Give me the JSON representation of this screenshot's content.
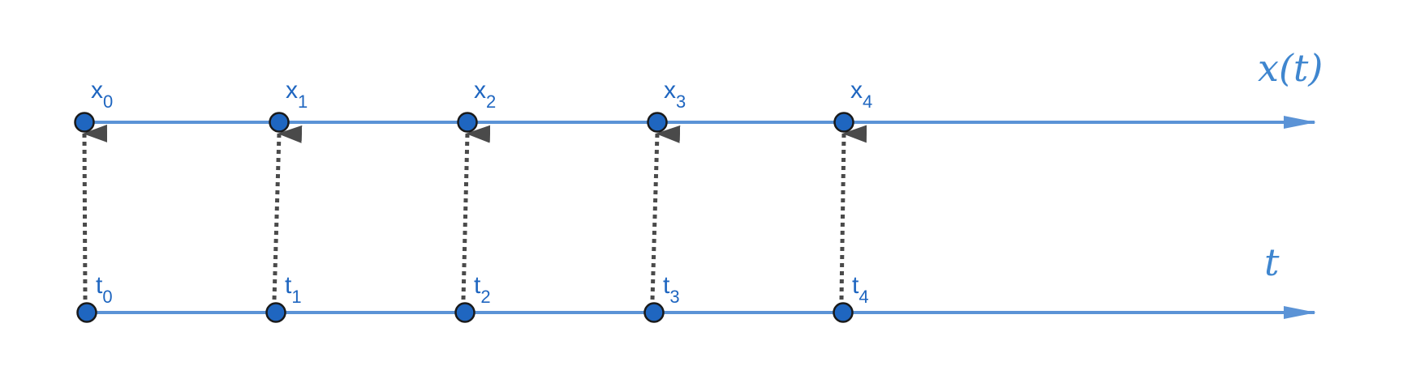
{
  "axes": {
    "top": {
      "label": "x(t)",
      "marker_prefix": "x"
    },
    "bottom": {
      "label": "t",
      "marker_prefix": "t"
    }
  },
  "markers": [
    {
      "index": "0"
    },
    {
      "index": "1"
    },
    {
      "index": "2"
    },
    {
      "index": "3"
    },
    {
      "index": "4"
    }
  ],
  "colors": {
    "axis": "#5b93d6",
    "point_fill": "#1f66c0",
    "point_stroke": "#1a1a1a",
    "label": "#1f66c0",
    "mapping_arrow": "#4a4a4a"
  },
  "icons": {
    "point": "filled-circle",
    "mapping": "dotted-up-arrow",
    "axis_end": "arrowhead"
  }
}
